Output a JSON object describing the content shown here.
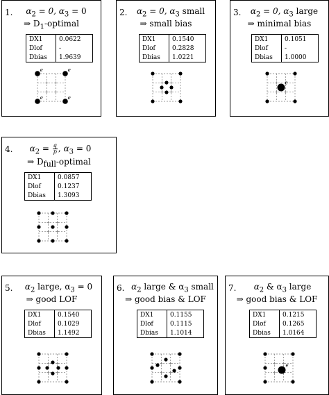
{
  "panels": [
    {
      "id": 1,
      "number": "1.",
      "title_pre": "α",
      "title_main": "2",
      "title_rest": " = 0, α",
      "title_sub2": "3",
      "title_end": " = 0",
      "subtitle_pre": "⇒ D",
      "subtitle_sub": "1",
      "subtitle_post": "-optimal",
      "stats": [
        {
          "label": "DX1",
          "value": "0.0622"
        },
        {
          "label": "Dlof",
          "value": "-"
        },
        {
          "label": "Dbias",
          "value": "1.9639"
        }
      ],
      "points": [
        {
          "r": -1,
          "c": -1,
          "size": "large",
          "mark": "e"
        },
        {
          "r": -1,
          "c": 1,
          "size": "large",
          "mark": "e"
        },
        {
          "r": 1,
          "c": -1,
          "size": "large",
          "mark": "e"
        },
        {
          "r": 1,
          "c": 1,
          "size": "large",
          "mark": "e"
        }
      ]
    },
    {
      "id": 2,
      "number": "2.",
      "title_pre": "α",
      "title_main": "2",
      "title_rest": " = 0, α",
      "title_sub2": "3",
      "title_end": " small",
      "subtitle": "⇒ small bias",
      "stats": [
        {
          "label": "DX1",
          "value": "0.1540"
        },
        {
          "label": "Dlof",
          "value": "0.2828"
        },
        {
          "label": "Dbias",
          "value": "1.0221"
        }
      ],
      "points": [
        {
          "r": -1,
          "c": -1,
          "size": "small"
        },
        {
          "r": -1,
          "c": 1,
          "size": "small"
        },
        {
          "r": -0.35,
          "c": 0,
          "size": "small"
        },
        {
          "r": 0,
          "c": -0.35,
          "size": "small"
        },
        {
          "r": 0,
          "c": 0.35,
          "size": "small"
        },
        {
          "r": 0.35,
          "c": 0,
          "size": "small"
        },
        {
          "r": 1,
          "c": -1,
          "size": "small"
        },
        {
          "r": 1,
          "c": 1,
          "size": "small"
        }
      ]
    },
    {
      "id": 3,
      "number": "3.",
      "title_pre": "α",
      "title_main": "2",
      "title_rest": " = 0, α",
      "title_sub2": "3",
      "title_end": " large",
      "subtitle": "⇒ minimal bias",
      "stats": [
        {
          "label": "DX1",
          "value": "0.1051"
        },
        {
          "label": "Dlof",
          "value": "-"
        },
        {
          "label": "Dbias",
          "value": "1.0000"
        }
      ],
      "points": [
        {
          "r": -1,
          "c": -1,
          "size": "small"
        },
        {
          "r": -1,
          "c": 1,
          "size": "small"
        },
        {
          "r": 0,
          "c": 0,
          "size": "xlarge",
          "mark": "e"
        },
        {
          "r": 1,
          "c": -1,
          "size": "small"
        },
        {
          "r": 1,
          "c": 1,
          "size": "small"
        }
      ]
    },
    {
      "id": 4,
      "number": "4.",
      "frac_num": "q",
      "frac_den": "p",
      "subtitle_pre": "⇒ D",
      "subtitle_sub": "full",
      "subtitle_post": "-optimal",
      "stats": [
        {
          "label": "DX1",
          "value": "0.0857"
        },
        {
          "label": "Dlof",
          "value": "0.1237"
        },
        {
          "label": "Dbias",
          "value": "1.3093"
        }
      ],
      "points": [
        {
          "r": -1,
          "c": -1,
          "size": "small"
        },
        {
          "r": -1,
          "c": 0,
          "size": "small"
        },
        {
          "r": -1,
          "c": 1,
          "size": "small"
        },
        {
          "r": 0,
          "c": -1,
          "size": "small"
        },
        {
          "r": 0,
          "c": 0,
          "size": "small"
        },
        {
          "r": 0,
          "c": 1,
          "size": "small"
        },
        {
          "r": 1,
          "c": -1,
          "size": "small"
        },
        {
          "r": 1,
          "c": 0,
          "size": "small"
        },
        {
          "r": 1,
          "c": 1,
          "size": "small"
        }
      ]
    },
    {
      "id": 5,
      "number": "5.",
      "title_line": "α",
      "title_sub": "2",
      "title_rest": " large, α",
      "title_sub2": "3",
      "title_end": " = 0",
      "subtitle": "⇒ good LOF",
      "stats": [
        {
          "label": "DX1",
          "value": "0.1540"
        },
        {
          "label": "Dlof",
          "value": "0.1029"
        },
        {
          "label": "Dbias",
          "value": "1.1492"
        }
      ],
      "points": [
        {
          "r": -1,
          "c": -1,
          "size": "small"
        },
        {
          "r": -1,
          "c": 1,
          "size": "small"
        },
        {
          "r": 0,
          "c": -1,
          "size": "small"
        },
        {
          "r": 0,
          "c": -0.4,
          "size": "small"
        },
        {
          "r": 0,
          "c": 0.4,
          "size": "small"
        },
        {
          "r": 0,
          "c": 1,
          "size": "small"
        },
        {
          "r": -0.4,
          "c": 0,
          "size": "small"
        },
        {
          "r": 0.4,
          "c": 0,
          "size": "small"
        },
        {
          "r": 1,
          "c": -1,
          "size": "small"
        },
        {
          "r": 1,
          "c": 1,
          "size": "small"
        }
      ]
    },
    {
      "id": 6,
      "number": "6.",
      "title_line": "α",
      "title_sub": "2",
      "title_rest": " large & α",
      "title_sub2": "3",
      "title_end": " small",
      "subtitle": "⇒ good bias & LOF",
      "stats": [
        {
          "label": "DX1",
          "value": "0.1155"
        },
        {
          "label": "Dlof",
          "value": "0.1115"
        },
        {
          "label": "Dbias",
          "value": "1.1014"
        }
      ],
      "points": [
        {
          "r": -1,
          "c": -1,
          "size": "small"
        },
        {
          "r": -1,
          "c": 1,
          "size": "small"
        },
        {
          "r": -0.6,
          "c": 0,
          "size": "small"
        },
        {
          "r": -0.2,
          "c": -0.6,
          "size": "small"
        },
        {
          "r": 0,
          "c": -1,
          "size": "small"
        },
        {
          "r": 0,
          "c": 1,
          "size": "small"
        },
        {
          "r": 0.2,
          "c": 0.6,
          "size": "small"
        },
        {
          "r": 0.6,
          "c": 0,
          "size": "small"
        },
        {
          "r": 1,
          "c": -1,
          "size": "small"
        },
        {
          "r": 1,
          "c": 1,
          "size": "small"
        }
      ]
    },
    {
      "id": 7,
      "number": "7.",
      "title_line": "α",
      "title_sub": "2",
      "title_rest": " & α",
      "title_sub2": "3",
      "title_end": " large",
      "subtitle": "⇒ good bias & LOF",
      "stats": [
        {
          "label": "DX1",
          "value": "0.1215"
        },
        {
          "label": "Dlof",
          "value": "0.1265"
        },
        {
          "label": "Dbias",
          "value": "1.0164"
        }
      ],
      "points": [
        {
          "r": -1,
          "c": -1,
          "size": "small"
        },
        {
          "r": -1,
          "c": 1,
          "size": "small"
        },
        {
          "r": 0,
          "c": -1,
          "size": "small"
        },
        {
          "r": 0.15,
          "c": 0.2,
          "size": "xlarge",
          "mark": "e"
        },
        {
          "r": 1,
          "c": -1,
          "size": "small"
        },
        {
          "r": 1,
          "c": 1,
          "size": "small"
        }
      ]
    }
  ]
}
